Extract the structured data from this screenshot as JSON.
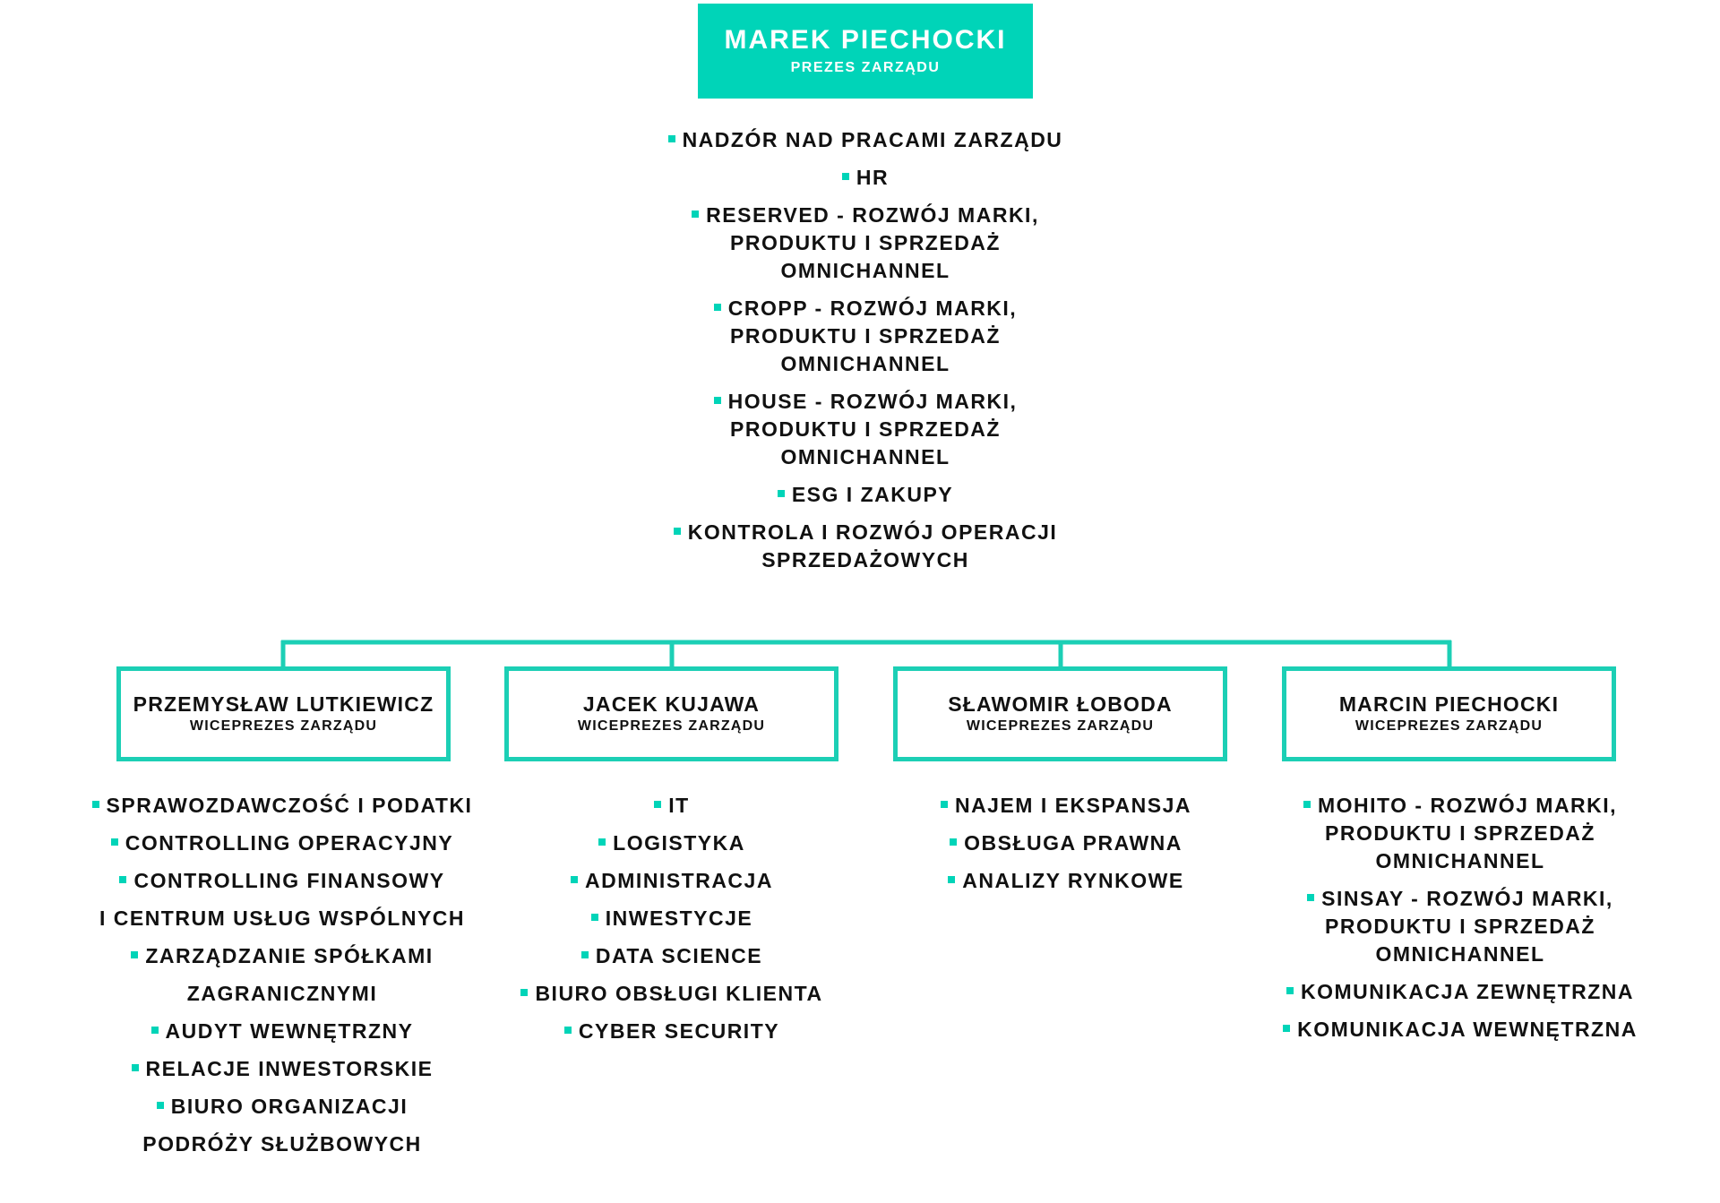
{
  "colors": {
    "accent": "#00d4b8",
    "text": "#111111",
    "background": "#ffffff"
  },
  "root": {
    "name": "MAREK PIECHOCKI",
    "role": "PREZES ZARZĄDU",
    "duties": [
      "NADZÓR NAD PRACAMI ZARZĄDU",
      "HR",
      "RESERVED - ROZWÓJ MARKI, PRODUKTU I SPRZEDAŻ OMNICHANNEL",
      "CROPP - ROZWÓJ MARKI, PRODUKTU I SPRZEDAŻ OMNICHANNEL",
      "HOUSE - ROZWÓJ MARKI, PRODUKTU I SPRZEDAŻ OMNICHANNEL",
      "ESG I ZAKUPY",
      "KONTROLA I ROZWÓJ OPERACJI SPRZEDAŻOWYCH"
    ]
  },
  "vice_presidents": [
    {
      "name": "PRZEMYSŁAW LUTKIEWICZ",
      "role": "WICEPREZES ZARZĄDU",
      "duties": [
        "SPRAWOZDAWCZOŚĆ I PODATKI",
        "CONTROLLING OPERACYJNY",
        "CONTROLLING FINANSOWY",
        "I CENTRUM USŁUG WSPÓLNYCH",
        "ZARZĄDZANIE SPÓŁKAMI",
        "ZAGRANICZNYMI",
        "AUDYT WEWNĘTRZNY",
        "RELACJE INWESTORSKIE",
        "BIURO ORGANIZACJI",
        "PODRÓŻY SŁUŻBOWYCH"
      ],
      "bulleted": [
        true,
        true,
        true,
        false,
        true,
        false,
        true,
        true,
        true,
        false
      ]
    },
    {
      "name": "JACEK KUJAWA",
      "role": "WICEPREZES ZARZĄDU",
      "duties": [
        "IT",
        "LOGISTYKA",
        "ADMINISTRACJA",
        "INWESTYCJE",
        "DATA SCIENCE",
        "BIURO OBSŁUGI KLIENTA",
        "CYBER SECURITY"
      ],
      "bulleted": [
        true,
        true,
        true,
        true,
        true,
        true,
        true
      ]
    },
    {
      "name": "SŁAWOMIR ŁOBODA",
      "role": "WICEPREZES ZARZĄDU",
      "duties": [
        "NAJEM I EKSPANSJA",
        "OBSŁUGA PRAWNA",
        "ANALIZY RYNKOWE"
      ],
      "bulleted": [
        true,
        true,
        true
      ]
    },
    {
      "name": "MARCIN PIECHOCKI",
      "role": "WICEPREZES ZARZĄDU",
      "duties": [
        "MOHITO - ROZWÓJ MARKI, PRODUKTU I SPRZEDAŻ OMNICHANNEL",
        "SINSAY - ROZWÓJ MARKI, PRODUKTU I SPRZEDAŻ OMNICHANNEL",
        "KOMUNIKACJA ZEWNĘTRZNA",
        "KOMUNIKACJA WEWNĘTRZNA"
      ],
      "bulleted": [
        true,
        true,
        true,
        true
      ]
    }
  ]
}
